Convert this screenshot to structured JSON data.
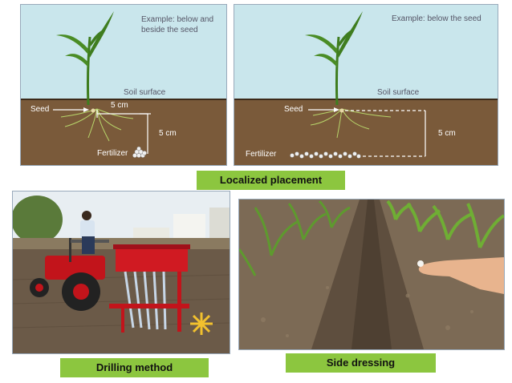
{
  "diagrams": [
    {
      "example_label": "Example: below and beside the seed",
      "soil_surface_label": "Soil surface",
      "seed_label": "Seed",
      "fertilizer_label": "Fertilizer",
      "horizontal_distance": "5 cm",
      "vertical_distance": "5 cm"
    },
    {
      "example_label": "Example: below the seed",
      "soil_surface_label": "Soil surface",
      "seed_label": "Seed",
      "fertilizer_label": "Fertilizer",
      "vertical_distance": "5 cm"
    }
  ],
  "captions": {
    "localized_placement": "Localized placement",
    "drilling_method": "Drilling method",
    "side_dressing": "Side dressing"
  },
  "colors": {
    "caption_bg": "#8cc63f",
    "sky": "#c9e6ec",
    "soil": "#7a5a3a",
    "plant": "#3f7d1f"
  }
}
